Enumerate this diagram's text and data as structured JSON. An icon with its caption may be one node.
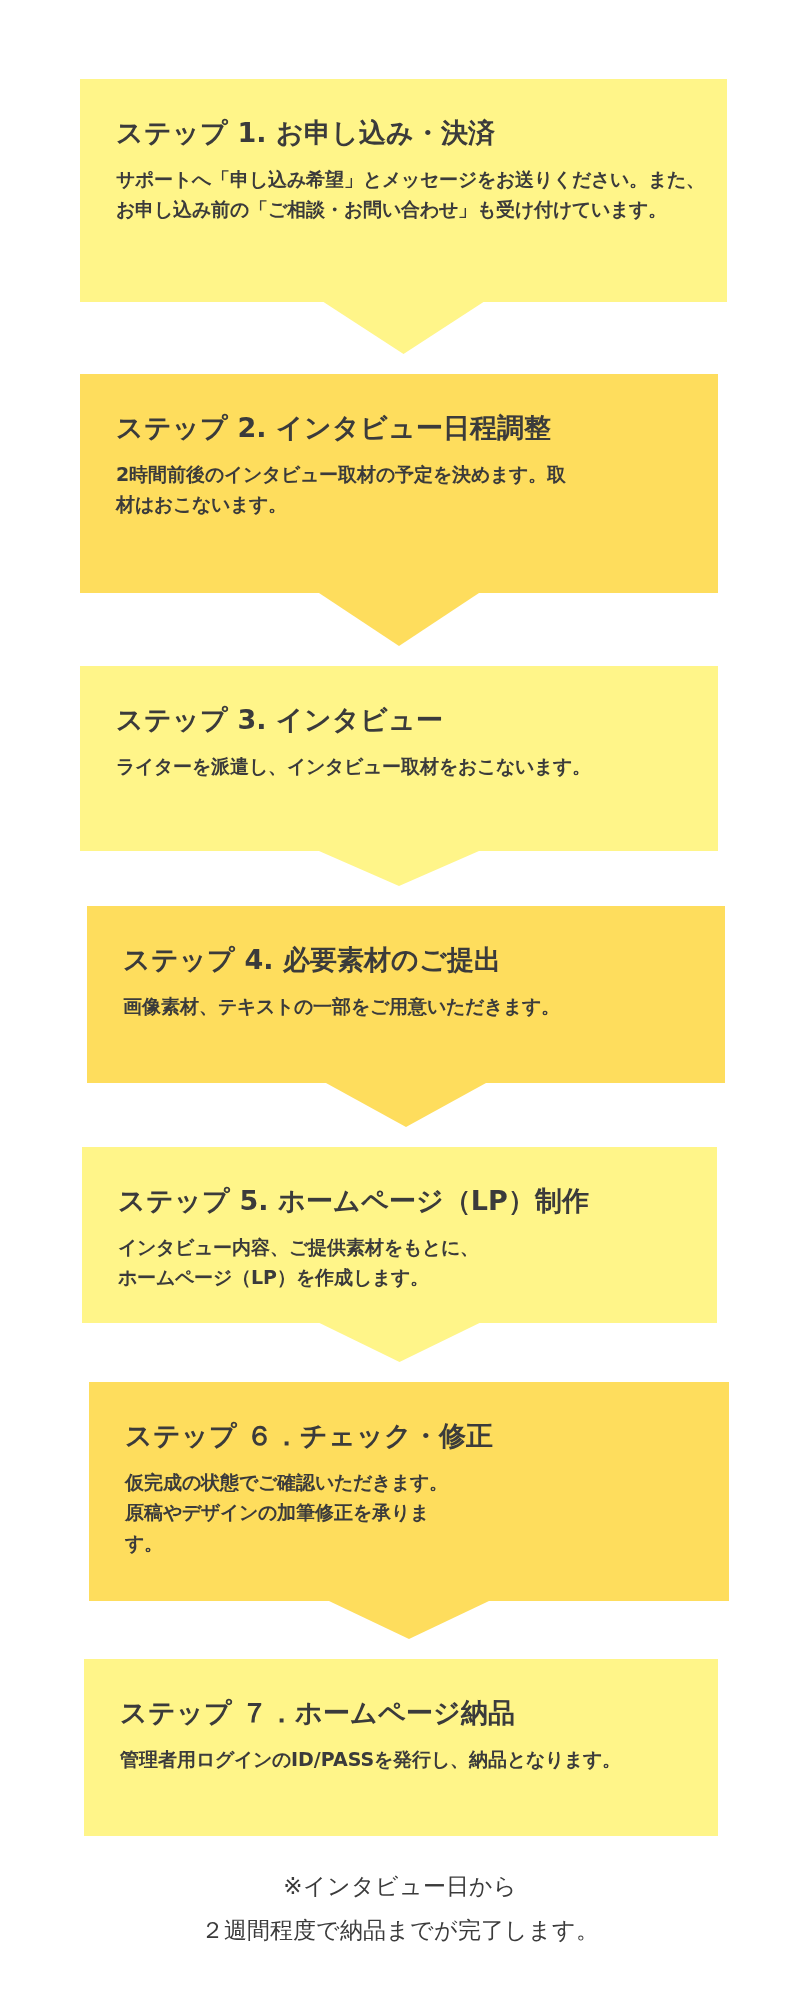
{
  "diagram": {
    "nodes": [
      {
        "text": [
          "ステップ 1. お申し込み・決済",
          "サポートへ「申し込み希望」とメッセージをお送りください。また、お申し込み前の「ご相談・お問い合わせ」も受け付けています。"
        ]
      },
      {
        "text": [
          "ステップ 2. インタビュー日程調整",
          "2時間前後のインタビュー取材の予定を決めます。取材はおこないます。"
        ]
      },
      {
        "text": [
          "ステップ 3. インタビュー",
          "ライターを派遣し、インタビュー取材をおこないます。"
        ]
      },
      {
        "text": [
          "ステップ 4. 必要素材のご提出",
          "画像素材、テキストの一部をご用意いただきます。"
        ]
      },
      {
        "text": [
          "ステップ 5. ホームページ（LP）制作",
          "インタビュー内容、ご提供素材をもとに、ホームページ（LP）を作成します。"
        ]
      },
      {
        "text": [
          "ステップ ６．チェック・修正",
          "仮完成の状態でご確認いただきます。原稿やデザインの加筆修正を承ります。"
        ]
      },
      {
        "text": [
          "ステップ ７．ホームページ納品",
          "管理者用ログインのID/PASSを発行し、納品となります。"
        ]
      }
    ],
    "edges": [
      {
        "from": 0,
        "to": 1,
        "arrow": "to"
      },
      {
        "from": 1,
        "to": 2,
        "arrow": "to"
      },
      {
        "from": 2,
        "to": 3,
        "arrow": "to"
      },
      {
        "from": 3,
        "to": 4,
        "arrow": "to"
      },
      {
        "from": 4,
        "to": 5,
        "arrow": "to"
      },
      {
        "from": 5,
        "to": 6,
        "arrow": "to"
      }
    ],
    "labels": [
      "※インタビュー日から",
      "２週間程度で納品までが完了します。"
    ]
  }
}
